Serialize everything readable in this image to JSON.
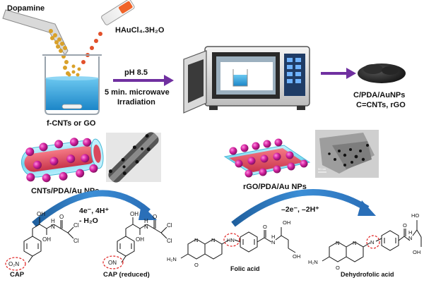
{
  "labels": {
    "dopamine": "Dopamine",
    "haucl4": "HAuCl₄.3H₂O",
    "fcnts_go": "f-CNTs or GO",
    "ph": "pH 8.5",
    "microwave_1": "5 min. microwave",
    "microwave_2": "Irradiation",
    "product_1": "C/PDA/AuNPs",
    "product_2": "C=CNTs, rGO",
    "cnts_label": "CNTs/PDA/Au  NPs",
    "rgo_label": "rGO/PDA/Au  NPs",
    "left_arrow_1": "4e⁻, 4H⁺",
    "left_arrow_2": "- H₂O",
    "right_arrow": "–2e⁻, –2H⁺",
    "cap": "CAP",
    "cap_reduced": "CAP (reduced)",
    "folic_acid": "Folic acid",
    "dehydrofolic_acid": "Dehydrofolic acid"
  },
  "chem": {
    "oh": "OH",
    "h": "H",
    "n": "N",
    "o": "O",
    "cl": "Cl",
    "no2": "O₂N",
    "on": "ON",
    "h2n": "H₂N",
    "hn": "HN",
    "oh_frag": "OH",
    "ho": "HO",
    "scale_bar": "50 nm"
  },
  "colors": {
    "arrow_purple": "#7030a0",
    "arrow_blue": "#2e75b6",
    "beaker_liquid": "#3fa9e0",
    "gold": "#d9a12a",
    "au_particle": "#c2189a",
    "tube_cyan": "#7fdcf0",
    "tube_core": "#e8556a",
    "circle_red": "#e02020"
  }
}
